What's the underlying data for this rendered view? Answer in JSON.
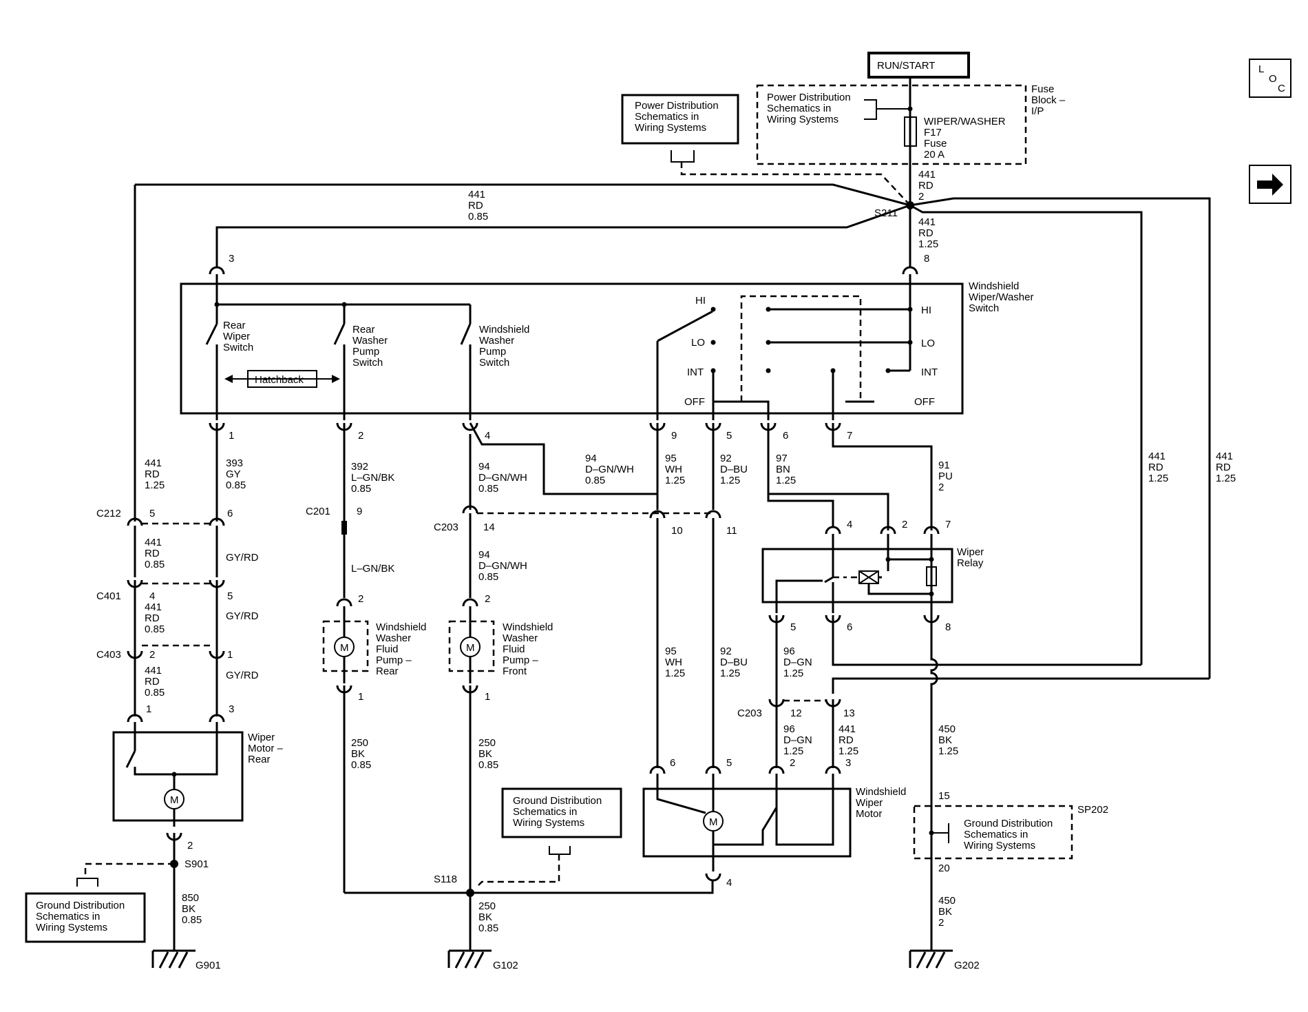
{
  "nav": {
    "loc_l": "L",
    "loc_o": "O",
    "loc_c": "C",
    "next_arrow": "right-arrow-icon"
  },
  "power": {
    "run_start": "RUN/START",
    "fuse_block": [
      "Fuse",
      "Block –",
      "I/P"
    ],
    "pds_inner": [
      "Power Distribution",
      "Schematics in",
      "Wiring Systems"
    ],
    "pds_outer": [
      "Power Distribution",
      "Schematics in",
      "Wiring Systems"
    ],
    "fuse": [
      "WIPER/WASHER",
      "F17",
      "Fuse",
      "20 A"
    ]
  },
  "wires": {
    "w441_top": [
      "441",
      "RD",
      "0.85"
    ],
    "w441_fuse": [
      "441",
      "RD",
      "2"
    ],
    "w441_switch": [
      "441",
      "RD",
      "1.25"
    ],
    "w441_left": [
      "441",
      "RD",
      "1.25"
    ],
    "w393": [
      "393",
      "GY",
      "0.85"
    ],
    "w392": [
      "392",
      "L–GN/BK",
      "0.85"
    ],
    "w94_a": [
      "94",
      "D–GN/WH",
      "0.85"
    ],
    "w94_b": [
      "94",
      "D–GN/WH",
      "0.85"
    ],
    "w95_top": [
      "95",
      "WH",
      "1.25"
    ],
    "w92_top": [
      "92",
      "D–BU",
      "1.25"
    ],
    "w97": [
      "97",
      "BN",
      "1.25"
    ],
    "w91": [
      "91",
      "PU",
      "2"
    ],
    "w441_r1": [
      "441",
      "RD",
      "1.25"
    ],
    "w441_r2": [
      "441",
      "RD",
      "1.25"
    ],
    "w441_c212": [
      "441",
      "RD",
      "0.85"
    ],
    "gyrd_1": "GY/RD",
    "w441_c401": [
      "441",
      "RD",
      "0.85"
    ],
    "gyrd_2": "GY/RD",
    "w441_c403": [
      "441",
      "RD",
      "0.85"
    ],
    "gyrd_3": "GY/RD",
    "lgnbk": "L–GN/BK",
    "w94_c": [
      "94",
      "D–GN/WH",
      "0.85"
    ],
    "w95_low": [
      "95",
      "WH",
      "1.25"
    ],
    "w92_low": [
      "92",
      "D–BU",
      "1.25"
    ],
    "w96_a": [
      "96",
      "D–GN",
      "1.25"
    ],
    "w96_b": [
      "96",
      "D–GN",
      "1.25"
    ],
    "w441_m": [
      "441",
      "RD",
      "1.25"
    ],
    "w450_a": [
      "450",
      "BK",
      "1.25"
    ],
    "w450_b": [
      "450",
      "BK",
      "2"
    ],
    "w250_a": [
      "250",
      "BK",
      "0.85"
    ],
    "w250_b": [
      "250",
      "BK",
      "0.85"
    ],
    "w250_c": [
      "250",
      "BK",
      "0.85"
    ],
    "w850": [
      "850",
      "BK",
      "0.85"
    ]
  },
  "pins": {
    "p3": "3",
    "p8": "8",
    "p1": "1",
    "p2": "2",
    "p4": "4",
    "p9": "9",
    "p5": "5",
    "p6": "6",
    "p7": "7",
    "c212_5": "5",
    "c212_6": "6",
    "c201_9": "9",
    "c203_14": "14",
    "c203_10": "10",
    "c203_11": "11",
    "relay_4": "4",
    "relay_2": "2",
    "relay_7": "7",
    "relay_5": "5",
    "relay_6": "6",
    "relay_8": "8",
    "c401_4": "4",
    "c401_5": "5",
    "c403_2": "2",
    "c403_1": "1",
    "rp_2": "2",
    "rp_1": "1",
    "fp_2": "2",
    "fp_1": "1",
    "rm_1": "1",
    "rm_3": "3",
    "rm_2": "2",
    "c203_12": "12",
    "c203_13": "13",
    "wm_6": "6",
    "wm_5": "5",
    "wm_2": "2",
    "wm_3": "3",
    "wm_4": "4",
    "sp_15": "15",
    "sp_20": "20"
  },
  "connectors": {
    "c212": "C212",
    "c201": "C201",
    "c203": "C203",
    "c401": "C401",
    "c403": "C403",
    "c203b": "C203"
  },
  "splices": {
    "s211": "S211",
    "s901": "S901",
    "s118": "S118",
    "sp202": "SP202"
  },
  "grounds": {
    "g901": "G901",
    "g102": "G102",
    "g202": "G202"
  },
  "switch": {
    "title": [
      "Windshield",
      "Wiper/Washer",
      "Switch"
    ],
    "rear_wiper": [
      "Rear",
      "Wiper",
      "Switch"
    ],
    "rear_washer": [
      "Rear",
      "Washer",
      "Pump",
      "Switch"
    ],
    "ws_washer": [
      "Windshield",
      "Washer",
      "Pump",
      "Switch"
    ],
    "hatchback": "Hatchback",
    "hi_l": "HI",
    "lo_l": "LO",
    "int_l": "INT",
    "off_l": "OFF",
    "hi_r": "HI",
    "lo_r": "LO",
    "int_r": "INT",
    "off_r": "OFF"
  },
  "components": {
    "wiper_relay": [
      "Wiper",
      "Relay"
    ],
    "wiper_motor_rear": [
      "Wiper",
      "Motor –",
      "Rear"
    ],
    "pump_rear": [
      "Windshield",
      "Washer",
      "Fluid",
      "Pump –",
      "Rear"
    ],
    "pump_front": [
      "Windshield",
      "Washer",
      "Fluid",
      "Pump –",
      "Front"
    ],
    "ws_motor": [
      "Windshield",
      "Wiper",
      "Motor"
    ],
    "motor_symbol": "M"
  },
  "ground_refs": {
    "gd_left": [
      "Ground Distribution",
      "Schematics in",
      "Wiring Systems"
    ],
    "gd_mid": [
      "Ground Distribution",
      "Schematics in",
      "Wiring Systems"
    ],
    "gd_right": [
      "Ground Distribution",
      "Schematics in",
      "Wiring Systems"
    ]
  }
}
